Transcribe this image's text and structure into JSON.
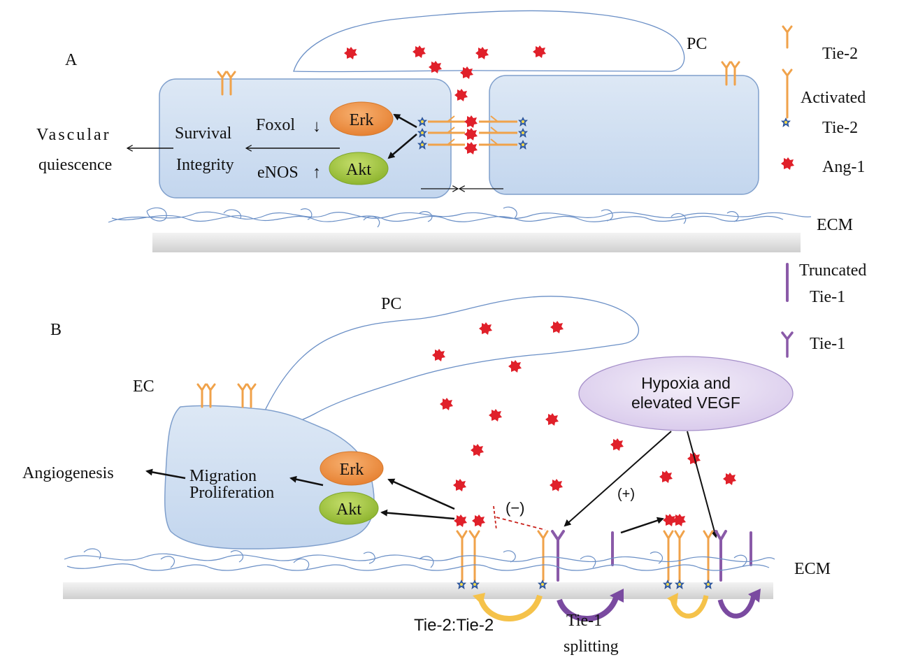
{
  "panel_a": {
    "label": "A",
    "pc": "PC",
    "outcome": [
      "Vascular",
      "quiescence"
    ],
    "survival": "Survival",
    "integrity": "Integrity",
    "foxol": "Foxol",
    "enos": "eNOS",
    "erk": "Erk",
    "akt": "Akt",
    "ecm": "ECM"
  },
  "panel_b": {
    "label": "B",
    "pc": "PC",
    "ec": "EC",
    "outcome": "Angiogenesis",
    "migration": "Migration",
    "proliferation": "Proliferation",
    "erk": "Erk",
    "akt": "Akt",
    "hypoxia": [
      "Hypoxia and",
      "elevated VEGF"
    ],
    "minus": "(−)",
    "plus": "(+)",
    "ecm": "ECM",
    "tie2_pair": "Tie-2:Tie-2",
    "tie1_split": [
      "Tie-1",
      "splitting"
    ]
  },
  "legend": {
    "tie2": "Tie-2",
    "activated_tie2": [
      "Activated",
      "Tie-2"
    ],
    "ang1": "Ang-1",
    "truncated_tie1": [
      "Truncated",
      "Tie-1"
    ],
    "tie1": "Tie-1"
  },
  "colors": {
    "cell_fill": "#cfdff2",
    "cell_stroke": "#7f9fcc",
    "tie2": "#f0a24a",
    "tie1": "#8a5aa8",
    "ang1": "#e0202a",
    "erk": "#ee8a3c",
    "akt": "#9bc23a",
    "hypoxia": "#ddd2ee",
    "ecm": "#6a8fc6",
    "yellow_arrow": "#f5c24a",
    "purple_arrow": "#7a4aa0"
  }
}
